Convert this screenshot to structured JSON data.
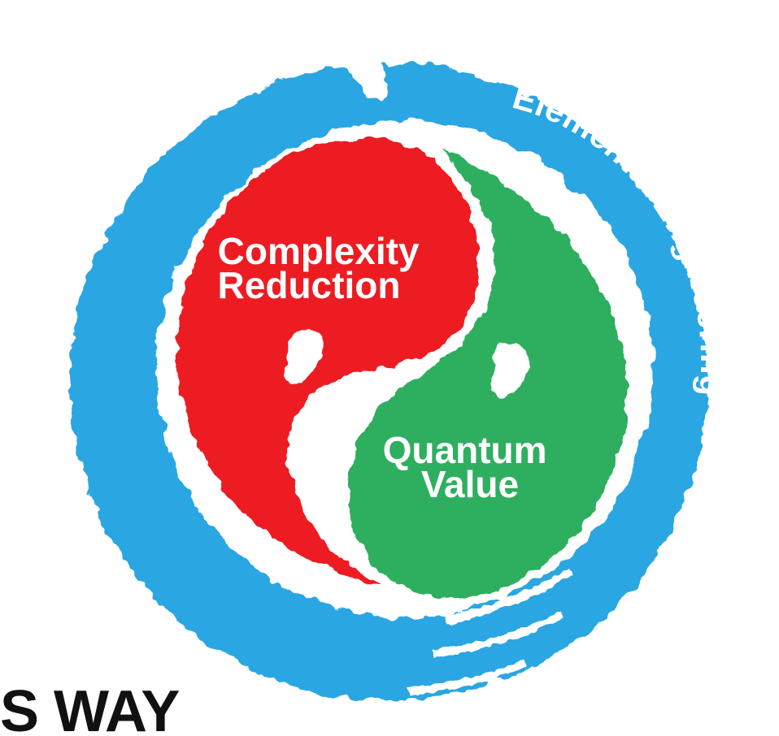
{
  "ring": {
    "label": "Elemental Engineering",
    "color": "#29a6e2"
  },
  "left_shape": {
    "label_line1": "Complexity",
    "label_line2": "Reduction",
    "color": "#ec1c24"
  },
  "right_shape": {
    "label_line1": "Quantum",
    "label_line2": "Value",
    "color": "#2eaf5f"
  },
  "caption": {
    "visible_text": "S WAY"
  }
}
